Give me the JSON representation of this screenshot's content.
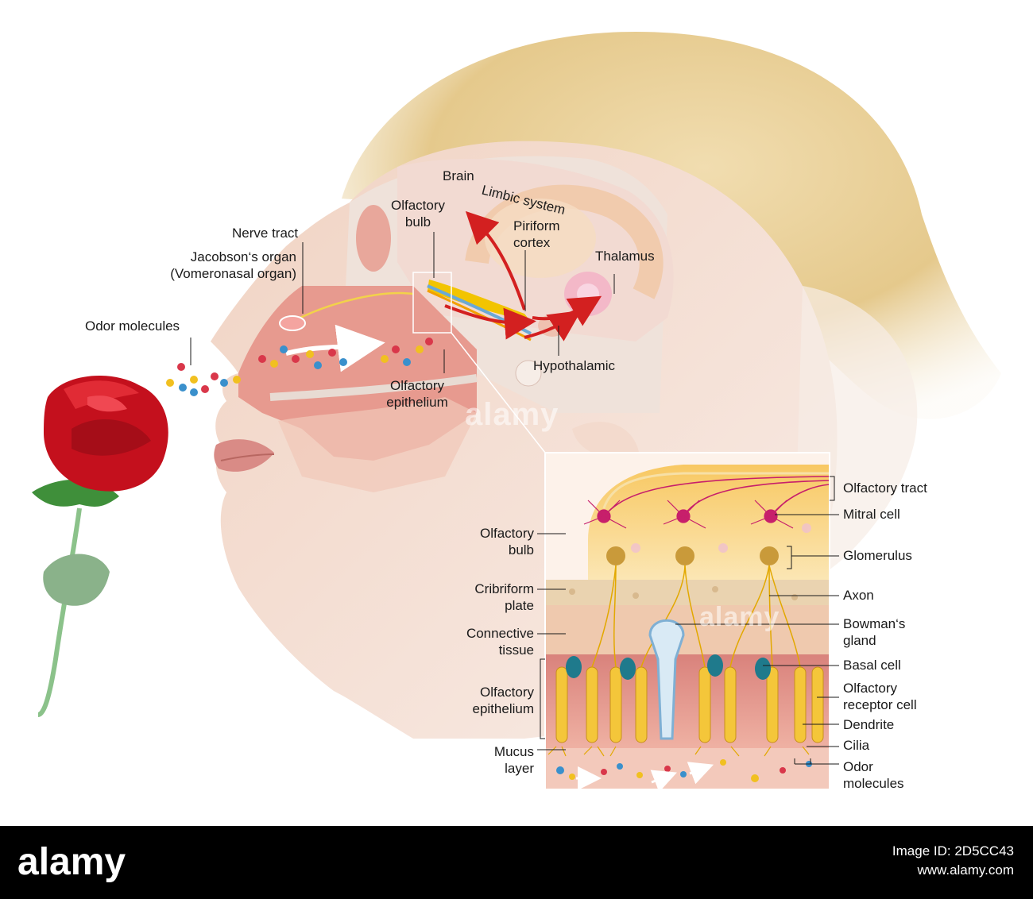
{
  "head_labels": {
    "brain": "Brain",
    "limbic_system": "Limbic system",
    "olfactory_bulb": "Olfactory\nbulb",
    "piriform_cortex": "Piriform\ncortex",
    "thalamus": "Thalamus",
    "nerve_tract": "Nerve tract",
    "jacobsons_organ": "Jacobson‘s organ\n(Vomeronasal organ)",
    "odor_molecules": "Odor molecules",
    "olfactory_epithelium": "Olfactory\nepithelium",
    "hypothalamic": "Hypothalamic"
  },
  "inset_left_labels": {
    "olfactory_bulb": "Olfactory\nbulb",
    "cribriform_plate": "Cribriform\nplate",
    "connective_tissue": "Connective\ntissue",
    "olfactory_epithelium": "Olfactory\nepithelium",
    "mucus_layer": "Mucus\nlayer"
  },
  "inset_right_labels": {
    "olfactory_tract": "Olfactory tract",
    "mitral_cell": "Mitral cell",
    "glomerulus": "Glomerulus",
    "axon": "Axon",
    "bowmans_gland": "Bowman‘s\ngland",
    "basal_cell": "Basal cell",
    "olfactory_receptor_cell": "Olfactory\nreceptor cell",
    "dendrite": "Dendrite",
    "cilia": "Cilia",
    "odor_molecules": "Odor\nmolecules"
  },
  "watermark": {
    "text_head": "alamy",
    "text_inset": "alamy"
  },
  "footer": {
    "logo": "alamy",
    "image_id_label": "Image ID: 2D5CC43",
    "site": "www.alamy.com"
  },
  "colors": {
    "skin": "#e9c8b6",
    "nasal_cavity": "#e79a8f",
    "brain": "#f2dad2",
    "arrow_red": "#d32020",
    "nerve_yellow": "#f2c400",
    "bulb_orange": "#f6b63a",
    "hair": "#e6cf97"
  }
}
